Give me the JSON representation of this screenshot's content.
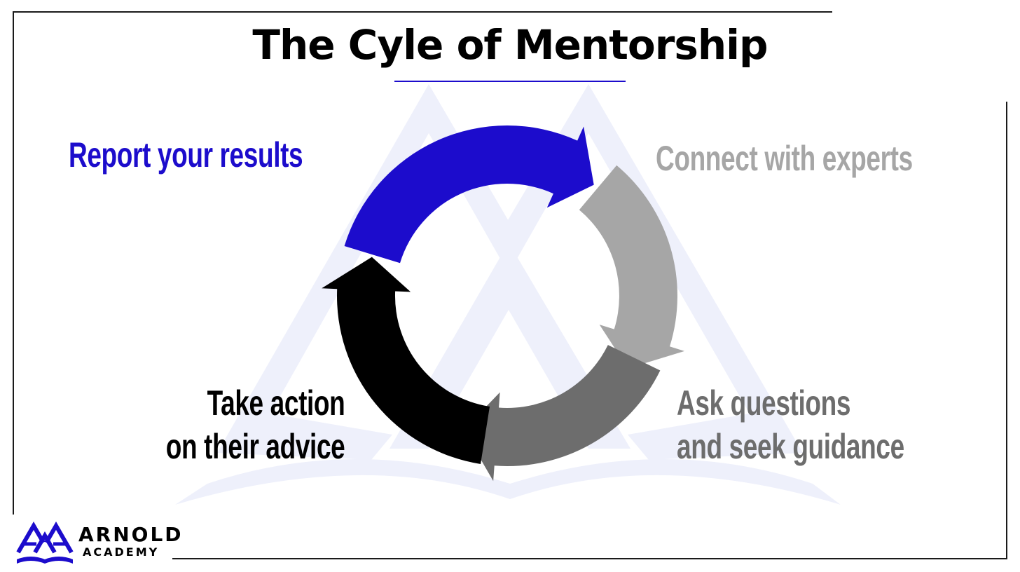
{
  "title": "The Cyle of Mentorship",
  "steps": [
    {
      "id": "report",
      "text": "Report your results",
      "lines": [
        "Report your results"
      ],
      "color": "#1c0ccc"
    },
    {
      "id": "connect",
      "text": "Connect with experts",
      "lines": [
        "Connect with experts"
      ],
      "color": "#a6a6a6"
    },
    {
      "id": "ask",
      "text": "Ask questions and seek guidance",
      "lines": [
        "Ask questions",
        "and seek guidance"
      ],
      "color": "#6d6d6d"
    },
    {
      "id": "take",
      "text": "Take action on their advice",
      "lines": [
        "Take action",
        "on their advice"
      ],
      "color": "#000000"
    }
  ],
  "colors": {
    "accent": "#1c0ccc",
    "watermark": "#eef0fb"
  },
  "logo": {
    "name": "ARNOLD",
    "subtitle": "ACADEMY",
    "icon": "arnold-academy-logo-icon"
  }
}
